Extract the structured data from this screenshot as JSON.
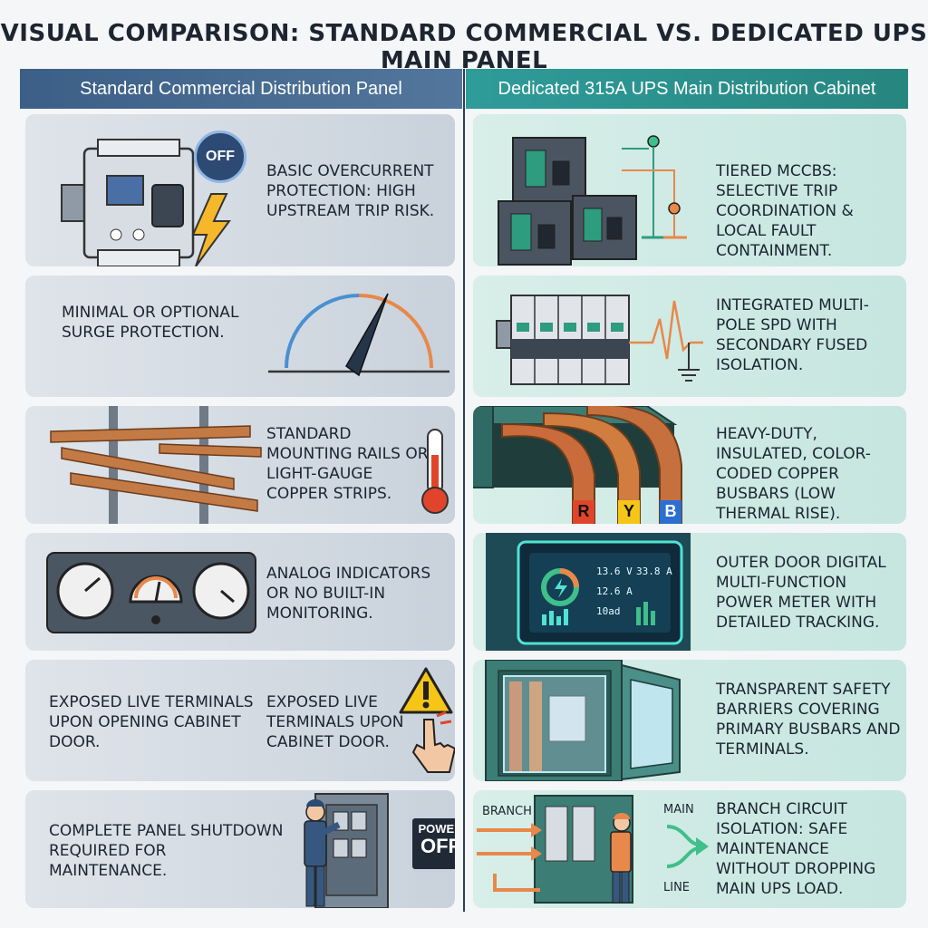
{
  "title": "VISUAL COMPARISON: STANDARD COMMERCIAL VS. DEDICATED UPS MAIN PANEL",
  "headers": {
    "left": "Standard Commercial Distribution Panel",
    "right": "Dedicated 315A UPS Main Distribution Cabinet"
  },
  "left": [
    {
      "text": "BASIC OVERCURRENT PROTECTION: HIGH UPSTREAM TRIP RISK.",
      "badge": "OFF",
      "icon": "breaker-icon"
    },
    {
      "text": "MINIMAL OR OPTIONAL SURGE PROTECTION.",
      "icon": "gauge-icon"
    },
    {
      "text": "STANDARD MOUNTING RAILS OR LIGHT-GAUGE COPPER STRIPS.",
      "icon": "copper-strips-icon"
    },
    {
      "text": "ANALOG INDICATORS OR NO BUILT-IN MONITORING.",
      "icon": "analog-meters-icon"
    },
    {
      "text": "EXPOSED LIVE TERMINALS UPON OPENING CABINET DOOR.",
      "text2": "EXPOSED LIVE TERMINALS UPON CABINET DOOR.",
      "icon": "warning-icon"
    },
    {
      "text": "COMPLETE PANEL SHUTDOWN REQUIRED FOR MAINTENANCE.",
      "badge": "POWER OFF",
      "badge_line1": "POWER",
      "badge_line2": "OFF",
      "icon": "technician-icon"
    }
  ],
  "right": [
    {
      "text": "TIERED MCCBS: SELECTIVE TRIP COORDINATION & LOCAL FAULT CONTAINMENT.",
      "icon": "mccb-tiers-icon"
    },
    {
      "text": "INTEGRATED MULTI-POLE SPD WITH SECONDARY FUSED ISOLATION.",
      "icon": "spd-icon"
    },
    {
      "text": "HEAVY-DUTY, INSULATED, COLOR-CODED COPPER BUSBARS (LOW THERMAL RISE).",
      "busbar_labels": [
        "R",
        "Y",
        "B"
      ],
      "icon": "busbar-icon"
    },
    {
      "text": "OUTER DOOR DIGITAL MULTI-FUNCTION POWER METER WITH DETAILED TRACKING.",
      "meter_values": [
        "13.6 V",
        "33.8 A",
        "12.6 A",
        "10ad"
      ],
      "icon": "digital-meter-icon"
    },
    {
      "text": "TRANSPARENT SAFETY BARRIERS COVERING PRIMARY BUSBARS AND TERMINALS.",
      "icon": "cabinet-barrier-icon"
    },
    {
      "text": "BRANCH CIRCUIT ISOLATION: SAFE MAINTENANCE WITHOUT DROPPING MAIN UPS LOAD.",
      "labels": [
        "BRANCH",
        "MAIN",
        "LINE"
      ],
      "icon": "branch-isolation-icon"
    }
  ],
  "colors": {
    "left_header": "#3b5f86",
    "right_header": "#2f9c9a",
    "warning": "#f5c518",
    "copper": "#c47a45"
  }
}
